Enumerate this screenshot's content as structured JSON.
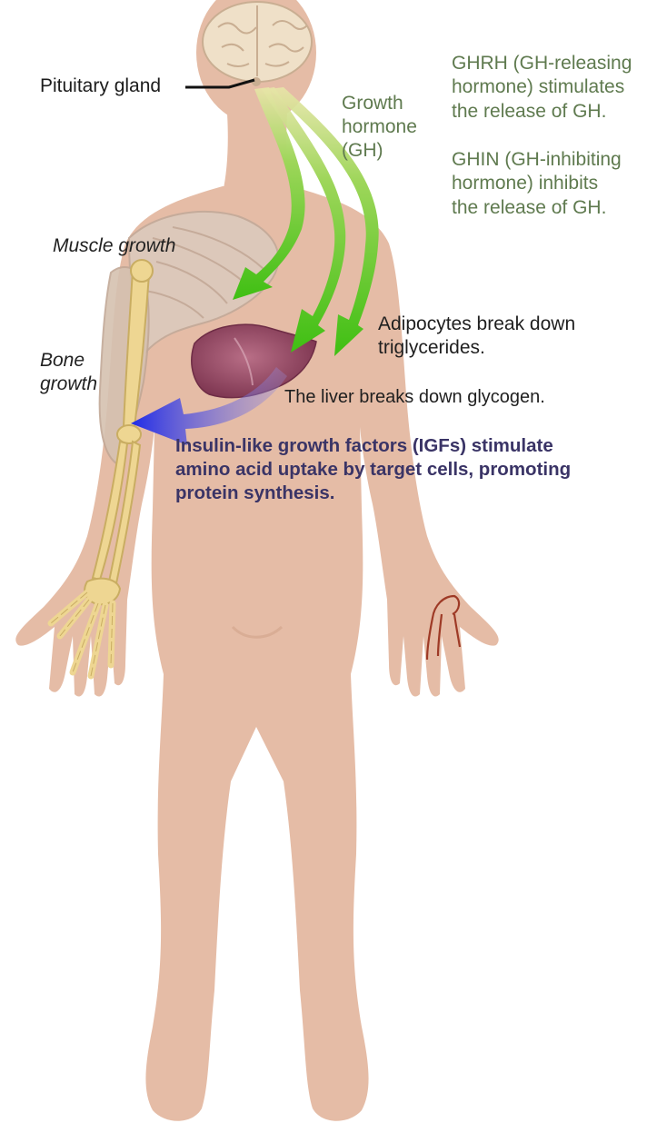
{
  "labels": {
    "pituitary": "Pituitary gland",
    "growth_hormone": "Growth\nhormone\n(GH)",
    "ghrh": "GHRH (GH-releasing\nhormone) stimulates\nthe release of GH.",
    "ghin": "GHIN (GH-inhibiting\nhormone) inhibits\nthe release of GH.",
    "muscle": "Muscle growth",
    "bone": "Bone\ngrowth",
    "adipocytes": "Adipocytes break down\ntriglycerides.",
    "liver": "The liver breaks down glycogen.",
    "igf": "Insulin-like growth factors (IGFs) stimulate\namino acid uptake by target cells, promoting\nprotein synthesis."
  },
  "colors": {
    "skin": "#e5bca6",
    "skin_shadow": "#d9ad95",
    "muscle": "#d9c3b5",
    "bone": "#eed692",
    "liver": "#9a4a63",
    "brain": "#efe0c8",
    "gh_arrow": "#4cc21c",
    "igf_arrow": "#2c2fe0",
    "artery": "#9e3a26",
    "gh_text": "#5f7a4f",
    "igf_text": "#3a3466"
  },
  "icons": [
    "brain-icon",
    "liver-icon",
    "arm-bone-icon",
    "muscle-icon",
    "wrist-artery-icon"
  ]
}
